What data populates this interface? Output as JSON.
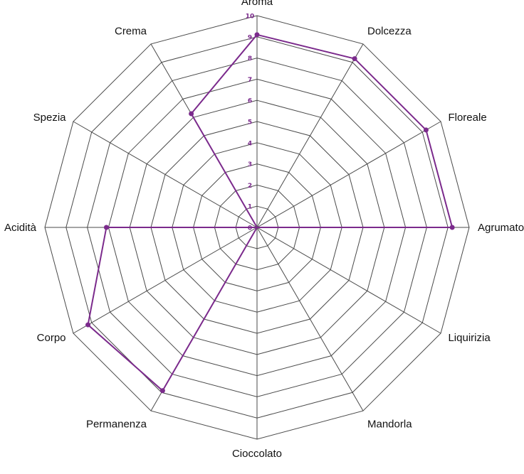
{
  "chart_data": {
    "type": "radar",
    "title": "",
    "categories": [
      "Aroma",
      "Dolcezza",
      "Floreale",
      "Agrumato",
      "Liquirizia",
      "Mandorla",
      "Cioccolato",
      "Permanenza",
      "Corpo",
      "Acidità",
      "Spezia",
      "Crema"
    ],
    "series": [
      {
        "values": [
          9.1,
          9.2,
          9.2,
          9.2,
          0,
          0,
          0,
          8.9,
          9.2,
          7.1,
          0,
          6.2
        ]
      }
    ],
    "rlim": [
      0,
      10
    ],
    "ticks": [
      "0",
      "1",
      "2",
      "3",
      "4",
      "5",
      "6",
      "7",
      "8",
      "9",
      "10"
    ],
    "grid": true,
    "grid_shape": "polygon",
    "legend": "none"
  },
  "colors": {
    "series": "#7b2a8c",
    "grid": "#4a4a4a",
    "label": "#111111"
  }
}
